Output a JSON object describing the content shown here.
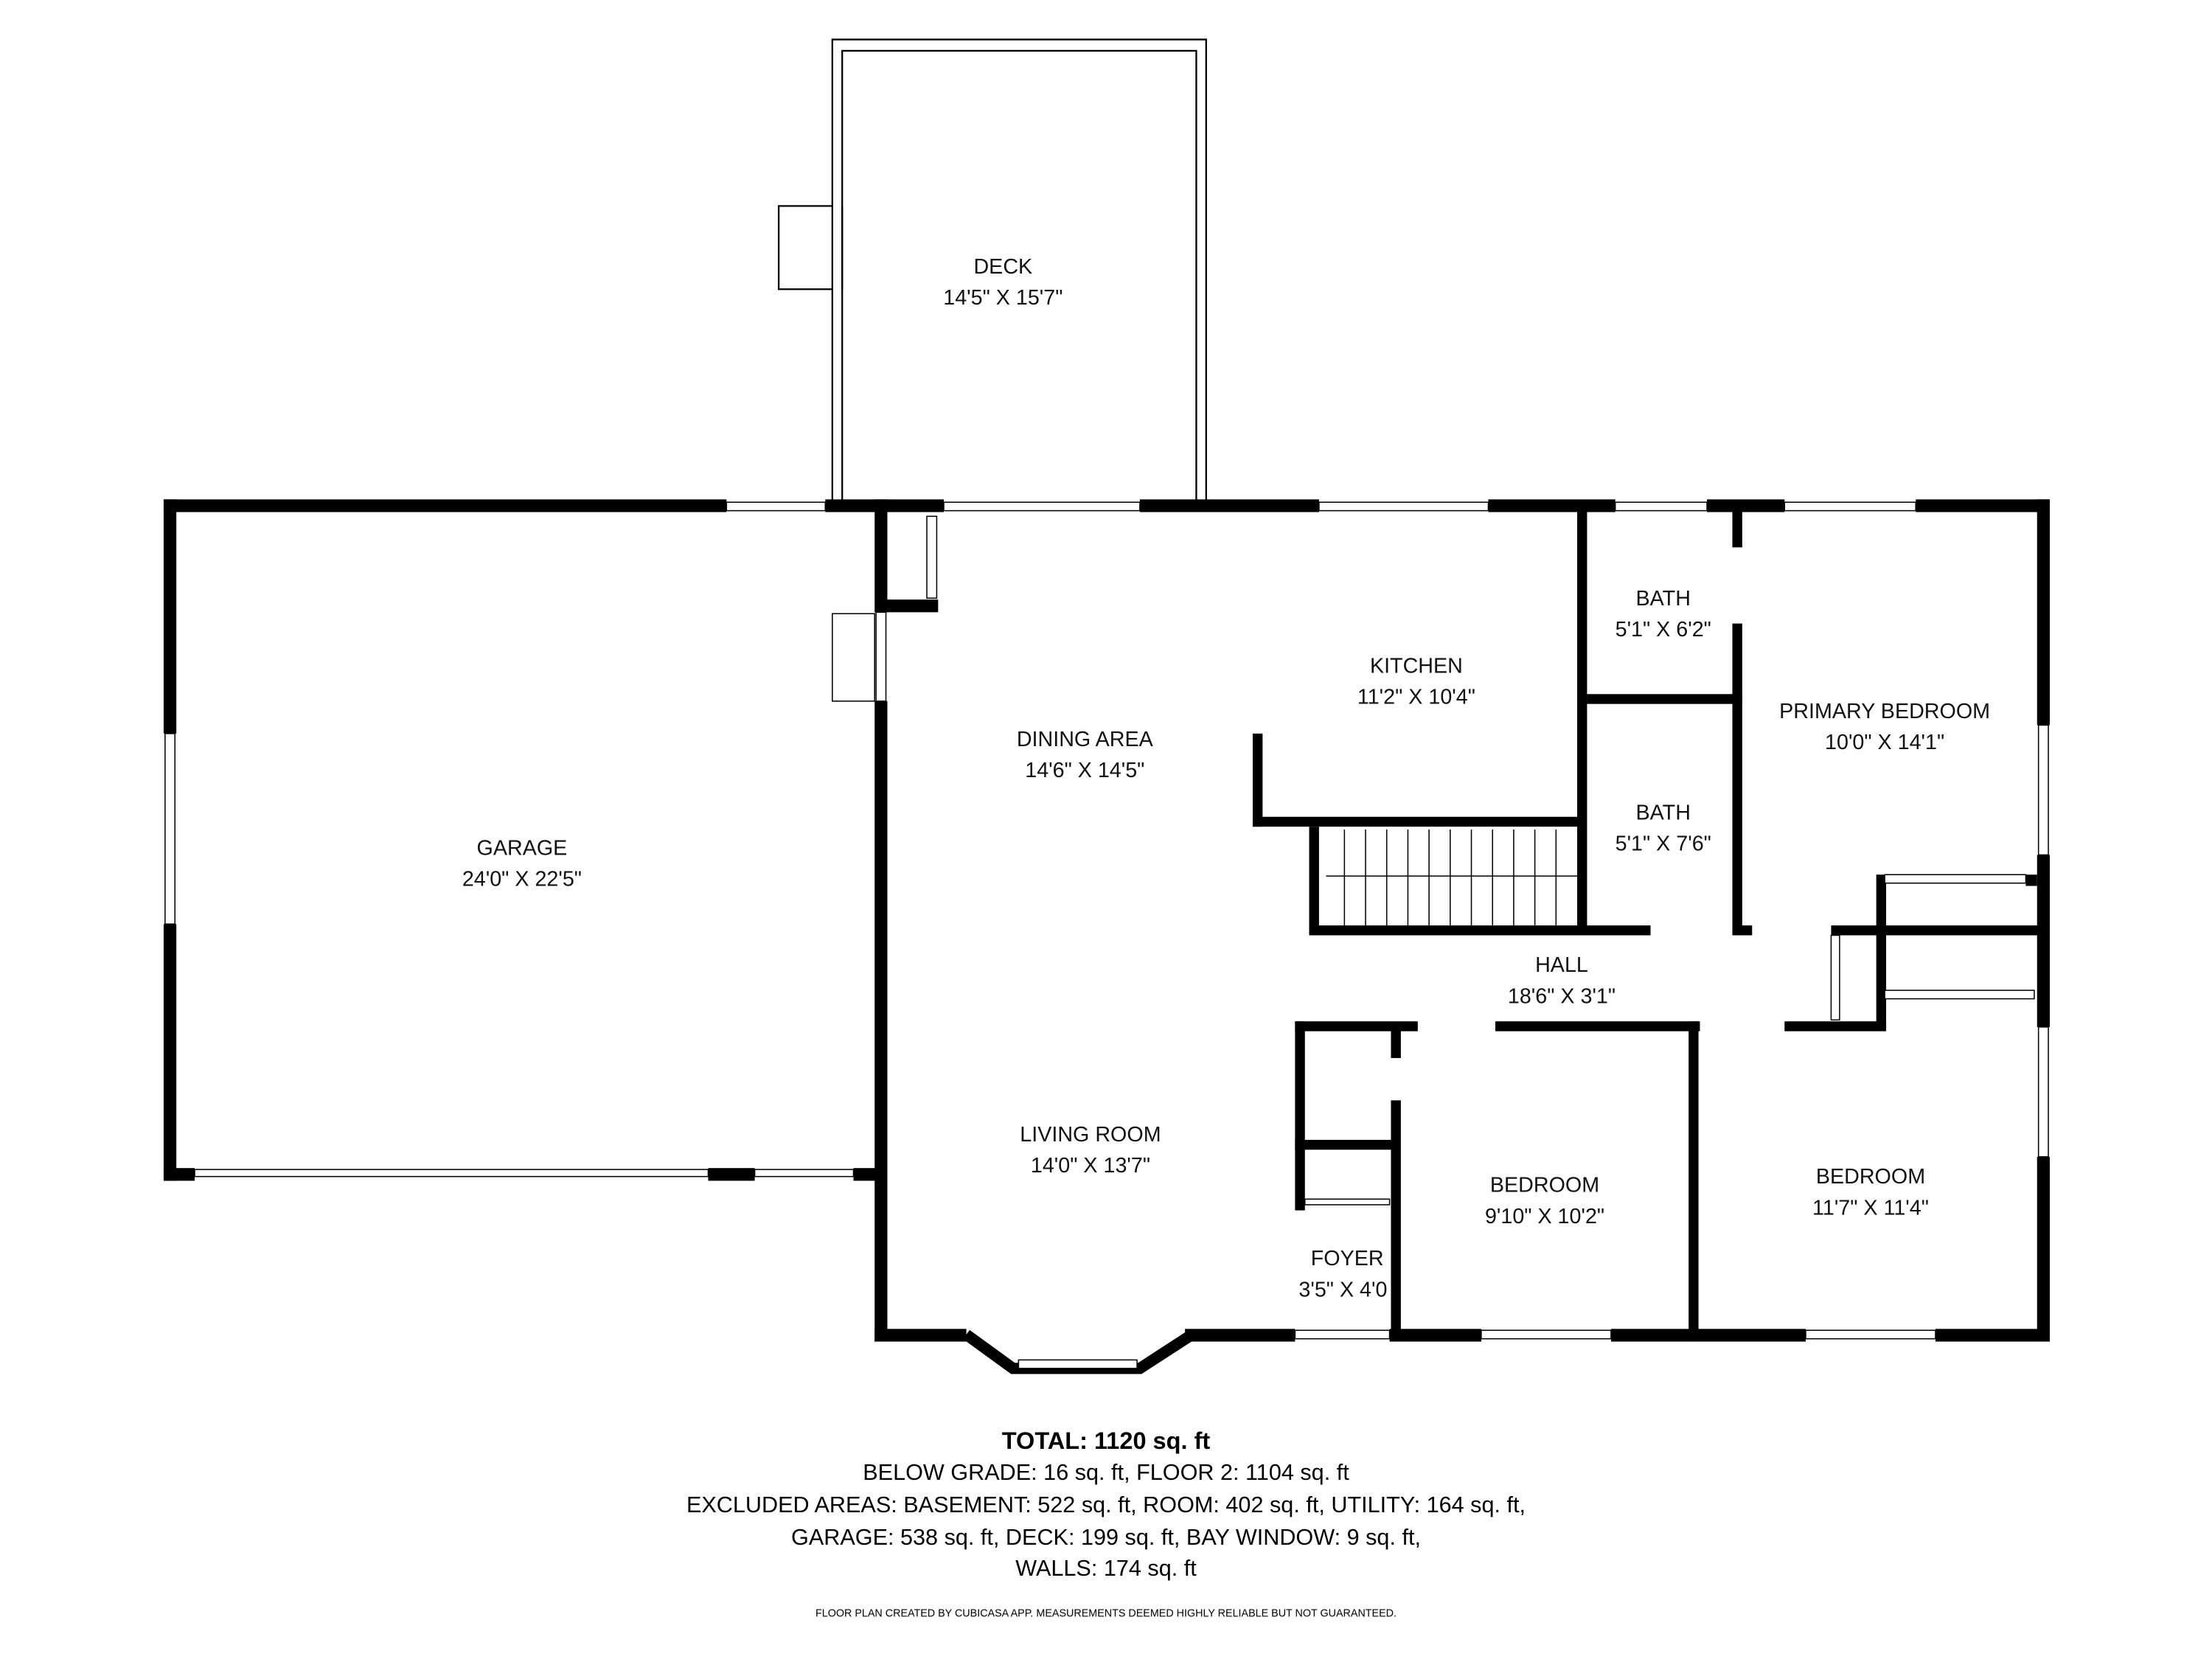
{
  "rooms": [
    {
      "name": "DECK",
      "size": "14'5\" X 15'7\""
    },
    {
      "name": "GARAGE",
      "size": "24'0\" X 22'5\""
    },
    {
      "name": "DINING AREA",
      "size": "14'6\" X 14'5\""
    },
    {
      "name": "KITCHEN",
      "size": "11'2\" X 10'4\""
    },
    {
      "name": "BATH",
      "size": "5'1\" X 6'2\""
    },
    {
      "name": "BATH",
      "size": "5'1\" X 7'6\""
    },
    {
      "name": "PRIMARY BEDROOM",
      "size": "10'0\" X 14'1\""
    },
    {
      "name": "HALL",
      "size": "18'6\" X 3'1\""
    },
    {
      "name": "LIVING ROOM",
      "size": "14'0\" X 13'7\""
    },
    {
      "name": "BEDROOM",
      "size": "9'10\" X 10'2\""
    },
    {
      "name": "BEDROOM",
      "size": "11'7\" X 11'4\""
    },
    {
      "name": "FOYER",
      "size": "3'5\" X 4'0"
    }
  ],
  "summary": {
    "total": "TOTAL: 1120 sq. ft",
    "line1": "BELOW GRADE: 16 sq. ft, FLOOR 2: 1104 sq. ft",
    "line2": "EXCLUDED AREAS: BASEMENT: 522 sq. ft, ROOM: 402 sq. ft, UTILITY: 164 sq. ft,",
    "line3": "GARAGE: 538 sq. ft, DECK: 199 sq. ft, BAY WINDOW: 9 sq. ft,",
    "line4": "WALLS: 174 sq. ft"
  },
  "disclaimer": "FLOOR PLAN CREATED BY CUBICASA APP. MEASUREMENTS DEEMED HIGHLY RELIABLE BUT NOT GUARANTEED."
}
